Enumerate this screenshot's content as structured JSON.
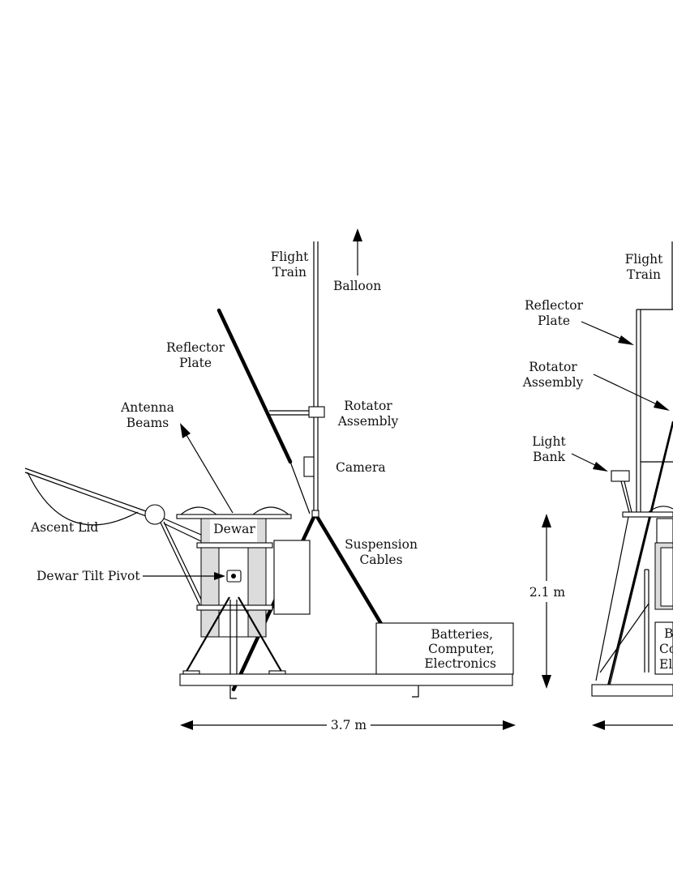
{
  "left_view": {
    "flight_train": [
      "Flight",
      "Train"
    ],
    "balloon": "Balloon",
    "reflector_plate": [
      "Reflector",
      "Plate"
    ],
    "antenna_beams": [
      "Antenna",
      "Beams"
    ],
    "rotator_assembly": [
      "Rotator",
      "Assembly"
    ],
    "camera": "Camera",
    "ascent_lid": "Ascent Lid",
    "dewar": "Dewar",
    "suspension_cables": [
      "Suspension",
      "Cables"
    ],
    "dewar_tilt_pivot": "Dewar Tilt Pivot",
    "batteries_box": [
      "Batteries,",
      "Computer,",
      "Electronics"
    ],
    "width_dimension": "3.7 m"
  },
  "right_view": {
    "flight_train": [
      "Flight",
      "Train"
    ],
    "reflector_plate": [
      "Reflector",
      "Plate"
    ],
    "rotator_assembly": [
      "Rotator",
      "Assembly"
    ],
    "light_bank": [
      "Light",
      "Bank"
    ],
    "height_dimension": "2.1 m",
    "batteries_box_partial": [
      "B",
      "Co",
      "El"
    ]
  }
}
